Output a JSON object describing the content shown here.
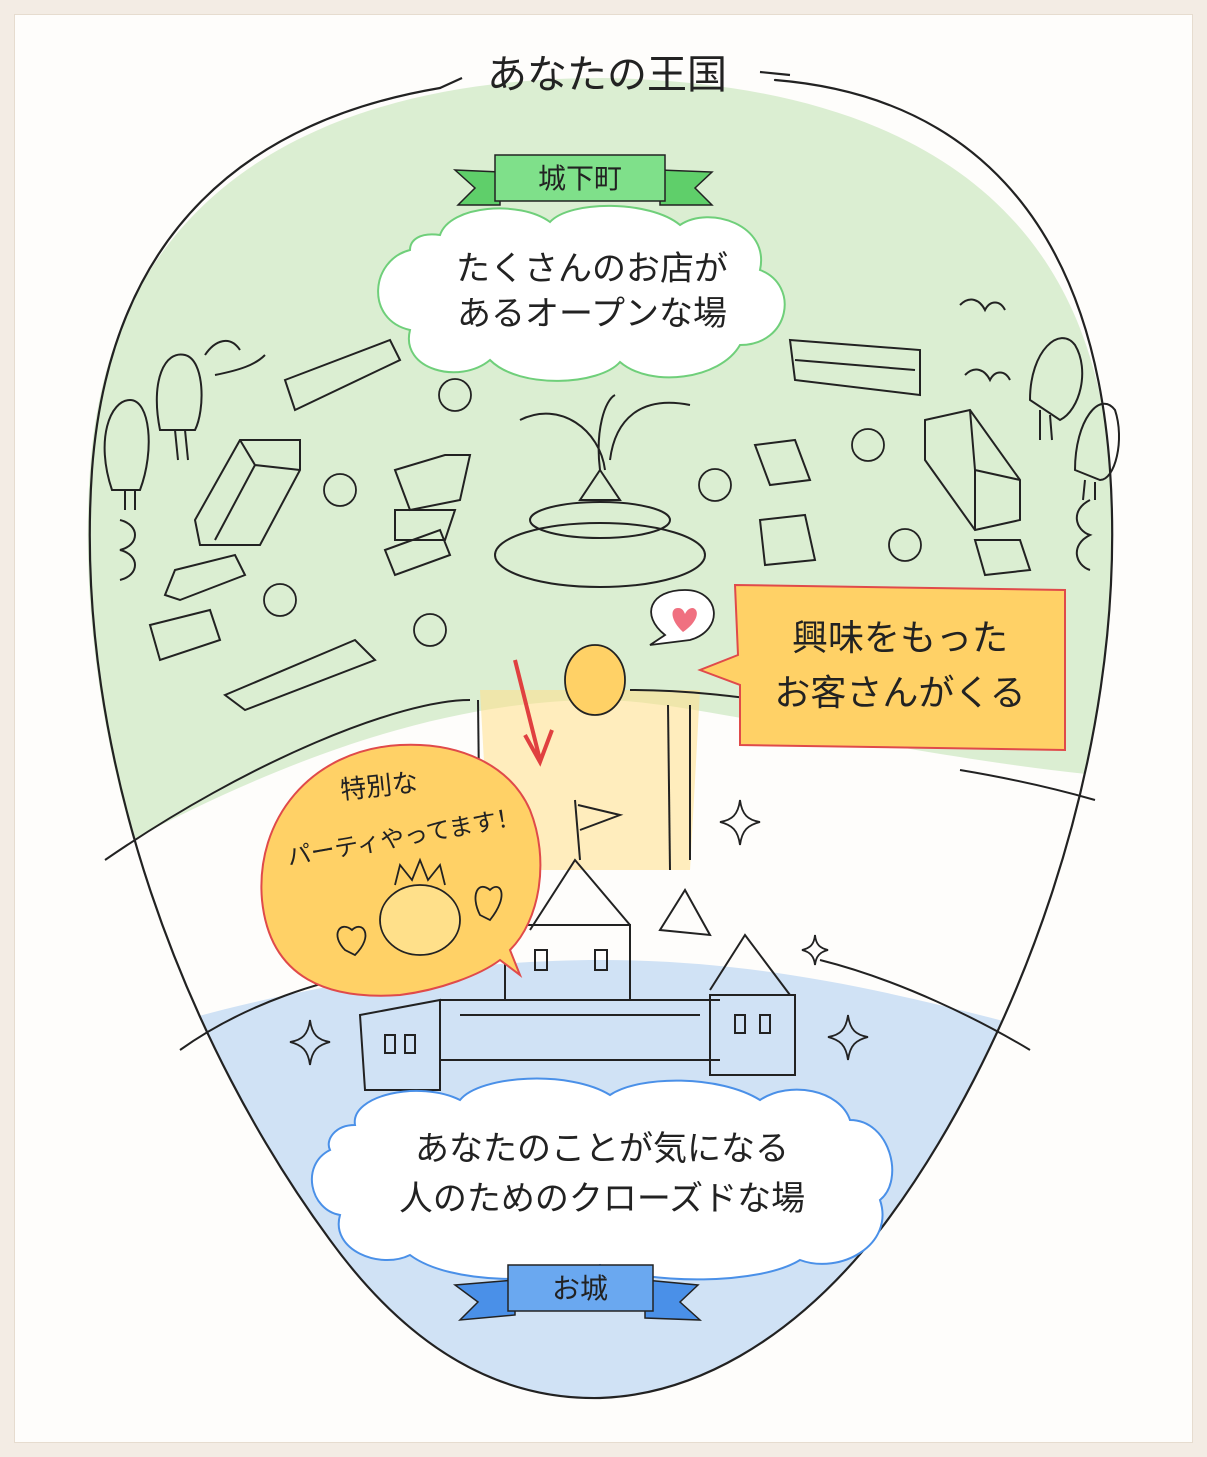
{
  "title": "あなたの王国",
  "town": {
    "ribbon_label": "城下町",
    "cloud_line1": "たくさんのお店が",
    "cloud_line2": "あるオープンな場"
  },
  "visitor_callout": {
    "line1": "興味をもった",
    "line2": "お客さんがくる"
  },
  "party_bubble": {
    "line1": "特別な",
    "line2": "パーティやってます！"
  },
  "castle": {
    "cloud_line1": "あなたのことが気になる",
    "cloud_line2": "人のためのクローズドな場",
    "ribbon_label": "お城"
  },
  "colors": {
    "town_area": "#cfe8c4",
    "castle_area": "#c8ddf3",
    "town_ribbon": "#5fcf6a",
    "castle_ribbon": "#4a90e8",
    "callout_fill": "#ffd166",
    "callout_border": "#e04a4a",
    "arrow": "#e04040",
    "heart": "#f07080",
    "ink": "#222222"
  }
}
